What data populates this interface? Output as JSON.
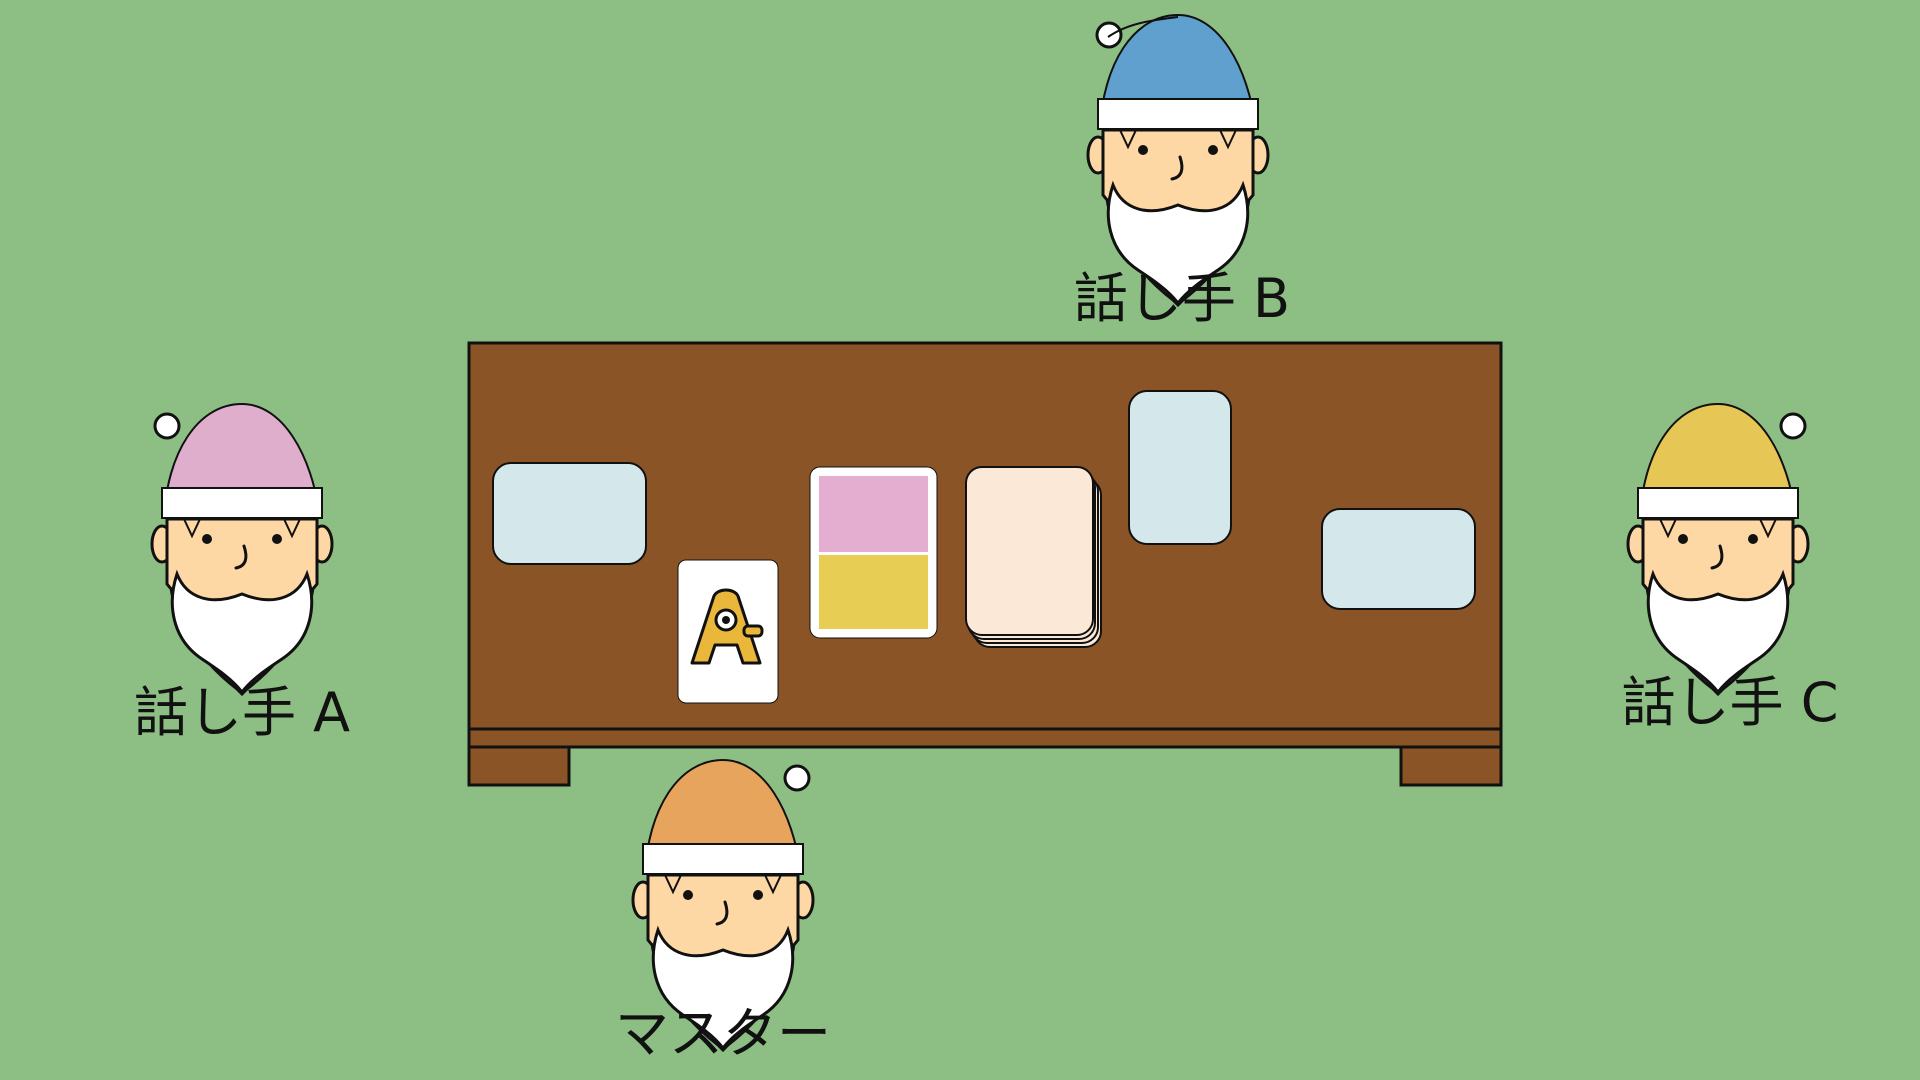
{
  "players": [
    {
      "id": "speaker-b",
      "label": "話し手 B",
      "hat_color": "#5fa0cf"
    },
    {
      "id": "speaker-a",
      "label": "話し手 A",
      "hat_color": "#e0aecd"
    },
    {
      "id": "speaker-c",
      "label": "話し手 C",
      "hat_color": "#e6c654"
    },
    {
      "id": "master",
      "label": "マスター",
      "hat_color": "#e6a45c"
    }
  ],
  "table": {
    "color": "#8b5426",
    "cards": {
      "speaker_card_color": "#d4e8ec",
      "letter_card_text": "A",
      "letter_card_letter_color": "#e9b73a",
      "split_card_top_color": "#e3aecf",
      "split_card_bottom_color": "#e8cd55",
      "deck_color": "#fbe8d7"
    }
  },
  "colors": {
    "background": "#8dbf84",
    "outline": "#111111",
    "skin": "#fdd7a4",
    "hat_band": "#ffffff"
  }
}
